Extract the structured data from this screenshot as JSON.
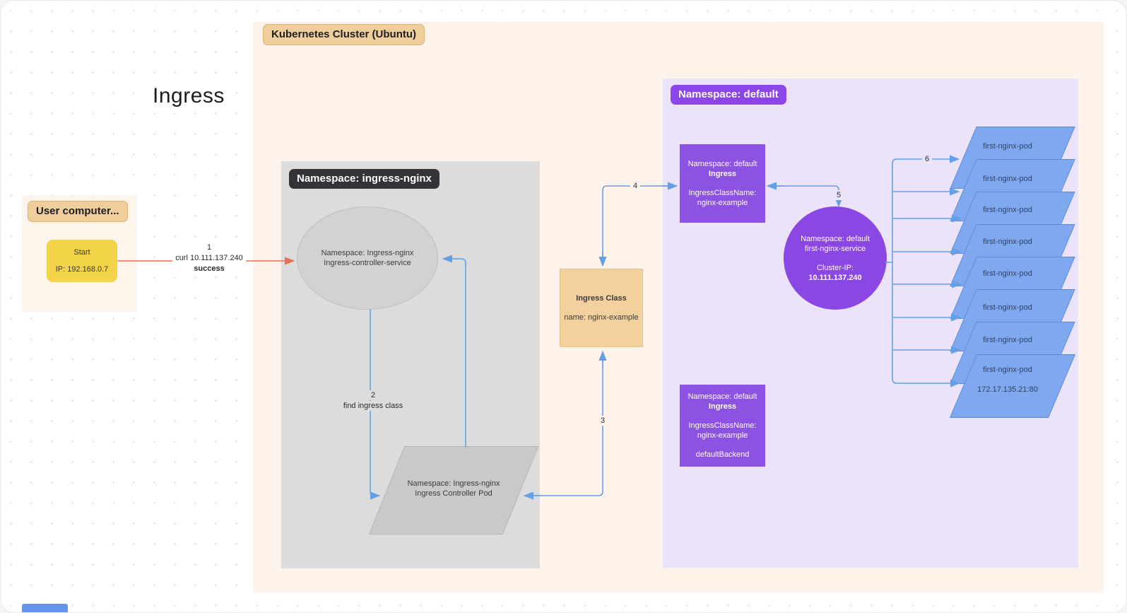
{
  "page": {
    "title": "Ingress"
  },
  "cluster": {
    "label": "Kubernetes Cluster (Ubuntu)"
  },
  "user": {
    "label": "User computer...",
    "start": {
      "title": "Start",
      "ip": "IP: 192.168.0.7"
    }
  },
  "nginx_ns": {
    "label": "Namespace: ingress-nginx",
    "service": {
      "line1": "Namespace: Ingress-nginx",
      "line2": "Ingress-controller-service"
    },
    "pod": {
      "line1": "Namespace: Ingress-nginx",
      "line2": "Ingress Controller Pod"
    }
  },
  "ingress_class": {
    "title": "Ingress Class",
    "name": "name: nginx-example"
  },
  "default_ns": {
    "label": "Namespace: default",
    "ingress1": {
      "ns": "Namespace: default",
      "kind": "Ingress",
      "class_key": "IngressClassName:",
      "class_val": "nginx-example"
    },
    "ingress2": {
      "ns": "Namespace: default",
      "kind": "Ingress",
      "class_key": "IngressClassName:",
      "class_val": "nginx-example",
      "backend": "defaultBackend"
    },
    "service": {
      "ns": "Namespace: default",
      "name": "first-nginx-service",
      "ip_key": "Cluster-IP:",
      "ip_val": "10.111.137.240"
    },
    "pods": [
      {
        "label": "first-nginx-pod"
      },
      {
        "label": "first-nginx-pod"
      },
      {
        "label": "first-nginx-pod"
      },
      {
        "label": "first-nginx-pod"
      },
      {
        "label": "first-nginx-pod"
      },
      {
        "label": "first-nginx-pod"
      },
      {
        "label": "first-nginx-pod"
      },
      {
        "label": "first-nginx-pod",
        "address": "172.17.135.21:80"
      }
    ]
  },
  "steps": {
    "s1": {
      "num": "1",
      "cmd": "curl 10.111.137.240",
      "status": "success"
    },
    "s2": {
      "num": "2",
      "text": "find ingress class"
    },
    "s3": {
      "num": "3"
    },
    "s4": {
      "num": "4"
    },
    "s5": {
      "num": "5"
    },
    "s6": {
      "num": "6"
    }
  },
  "colors": {
    "accent_purple": "#8b45e8",
    "purple_node": "#8c52e2",
    "lavender_region": "#eae3f9",
    "peach_region": "#fdf3ea",
    "tan_label": "#efce9b",
    "yellow_start": "#f3d348",
    "gray_region": "#dcdcdc",
    "dark_label": "#343438",
    "pod_blue": "#7fa8ee",
    "arrow_blue": "#63a0e8",
    "arrow_red": "#e8705a"
  }
}
